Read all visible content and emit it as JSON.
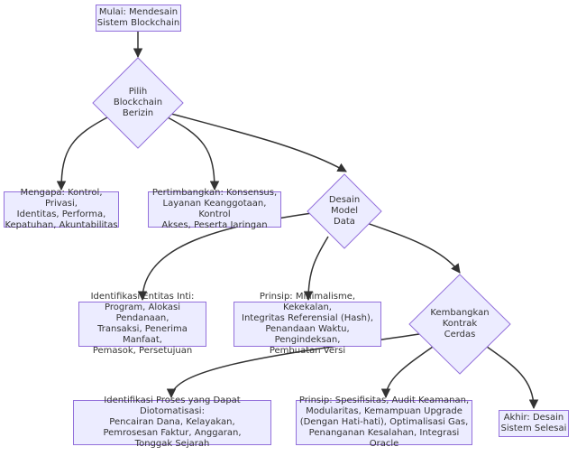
{
  "nodes": {
    "start": "Mulai: Mendesain\nSistem Blockchain",
    "choose": "Pilih\nBlockchain\nBerizin",
    "why": "Mengapa: Kontrol, Privasi,\nIdentitas, Performa,\nKepatuhan, Akuntabilitas",
    "consider": "Pertimbangkan: Konsensus,\nLayanan Keanggotaan, Kontrol\nAkses, Peserta Jaringan",
    "design": "Desain\nModel\nData",
    "entities": "Identifikasi Entitas Inti:\nProgram, Alokasi Pendanaan,\nTransaksi, Penerima Manfaat,\nPemasok, Persetujuan",
    "principles_data": "Prinsip: Minimalisme, Kekekalan,\nIntegritas Referensial (Hash),\nPenandaan Waktu, Pengindeksan,\nPembuatan Versi",
    "smart": "Kembangkan\nKontrak\nCerdas",
    "processes": "Identifikasi Proses yang Dapat Diotomatisasi:\nPencairan Dana, Kelayakan,\nPemrosesan Faktur, Anggaran,\nTonggak Sejarah",
    "principles_contract": "Prinsip: Spesifisitas, Audit Keamanan,\nModularitas, Kemampuan Upgrade\n(Dengan Hati-hati), Optimalisasi Gas,\nPenanganan Kesalahan, Integrasi Oracle",
    "end": "Akhir: Desain\nSistem Selesai"
  },
  "colors": {
    "node_fill": "#ececff",
    "node_border": "#9370db",
    "edge": "#333333",
    "text": "#333333"
  }
}
